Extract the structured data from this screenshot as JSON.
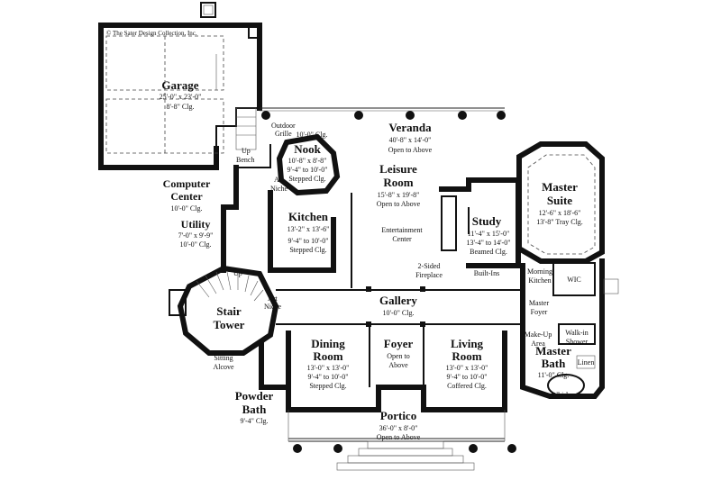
{
  "copyright": "© The Sater Design Collection, Inc.",
  "rooms": {
    "garage": {
      "name": "Garage",
      "dims": "25'-0\" x 23'-0\"",
      "clg": "8'-8\" Clg."
    },
    "veranda": {
      "name": "Veranda",
      "dims": "40'-8\" x 14'-0\"",
      "clg": "Open to Above"
    },
    "nook": {
      "name": "Nook",
      "dims": "10'-8\" x 8'-8\"",
      "clg1": "9'-4\" to 10'-0\"",
      "clg2": "Stepped Clg."
    },
    "leisure": {
      "name1": "Leisure",
      "name2": "Room",
      "dims": "15'-8\" x 19'-8\"",
      "clg": "Open to Above"
    },
    "master_suite": {
      "name1": "Master",
      "name2": "Suite",
      "dims": "12'-6\" x 18'-6\"",
      "clg": "13'-8\" Tray Clg."
    },
    "computer": {
      "name1": "Computer",
      "name2": "Center",
      "clg": "10'-0\" Clg."
    },
    "utility": {
      "name": "Utility",
      "dims": "7'-0\" x 9'-9\"",
      "clg": "10'-0\" Clg."
    },
    "kitchen": {
      "name": "Kitchen",
      "dims": "13'-2\" x 13'-6\"",
      "clg1": "9'-4\" to 10'-0\"",
      "clg2": "Stepped Clg."
    },
    "study": {
      "name": "Study",
      "dims": "11'-4\" x 15'-0\"",
      "clg1": "13'-4\" to 14'-0\"",
      "clg2": "Beamed Clg."
    },
    "stair": {
      "name1": "Stair",
      "name2": "Tower"
    },
    "gallery": {
      "name": "Gallery",
      "clg": "10'-0\" Clg."
    },
    "dining": {
      "name1": "Dining",
      "name2": "Room",
      "dims": "13'-0\" x 13'-0\"",
      "clg1": "9'-4\" to 10'-0\"",
      "clg2": "Stepped Clg."
    },
    "foyer": {
      "name": "Foyer",
      "clg1": "Open to",
      "clg2": "Above"
    },
    "living": {
      "name1": "Living",
      "name2": "Room",
      "dims": "13'-0\" x 13'-0\"",
      "clg1": "9'-4\" to 10'-0\"",
      "clg2": "Coffered Clg."
    },
    "master_bath": {
      "name1": "Master",
      "name2": "Bath",
      "clg": "11'-0\" Clg."
    },
    "powder": {
      "name1": "Powder",
      "name2": "Bath",
      "clg": "9'-4\" Clg."
    },
    "portico": {
      "name": "Portico",
      "dims": "36'-0\" x 8'-0\"",
      "clg": "Open to Above"
    }
  },
  "labels": {
    "outdoor_grille_1": "Outdoor",
    "outdoor_grille_2": "Grille",
    "veranda_clg": "10'-0\" Clg.",
    "up_bench_1": "Up",
    "up_bench_2": "Bench",
    "art_niche_1": "Art",
    "art_niche_2": "Niche",
    "entertainment_1": "Entertainment",
    "entertainment_2": "Center",
    "fireplace_1": "2-Sided",
    "fireplace_2": "Fireplace",
    "built_ins": "Built-Ins",
    "morning_kitchen_1": "Morning",
    "morning_kitchen_2": "Kitchen",
    "wic": "WIC",
    "master_foyer_1": "Master",
    "master_foyer_2": "Foyer",
    "makeup_1": "Make-Up",
    "makeup_2": "Area",
    "walkin_1": "Walk-in",
    "walkin_2": "Shower",
    "linen": "Linen",
    "whirlpool": "Whirlpool",
    "up_stair": "Up",
    "art_niche_b1": "Art",
    "art_niche_b2": "Niche",
    "sitting_1": "Sitting",
    "sitting_2": "Alcove"
  }
}
